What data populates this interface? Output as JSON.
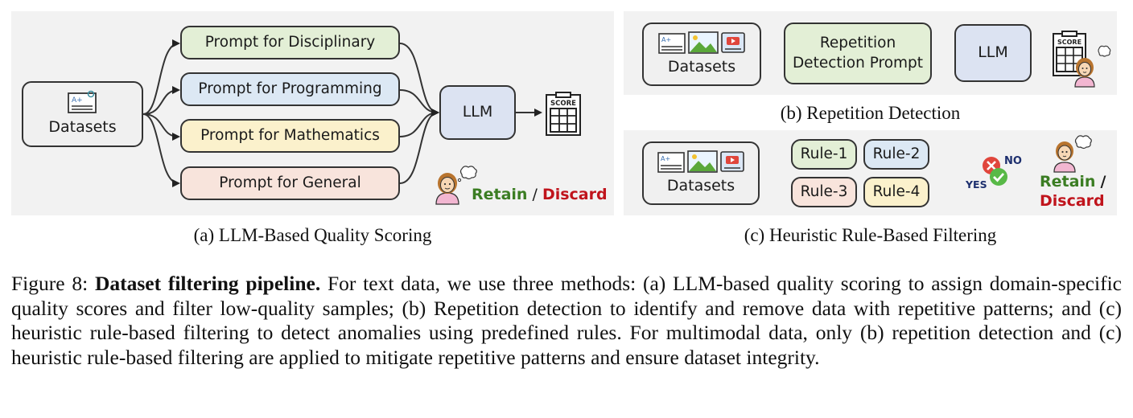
{
  "panel_a": {
    "datasets_label": "Datasets",
    "prompts": [
      "Prompt for Disciplinary",
      "Prompt for Programming",
      "Prompt for Mathematics",
      "Prompt for General"
    ],
    "llm_label": "LLM",
    "score_label": "SCORE",
    "retain": "Retain",
    "slash": " / ",
    "discard": "Discard",
    "caption": "(a) LLM-Based Quality Scoring"
  },
  "panel_b": {
    "datasets_label": "Datasets",
    "prompt_label": "Repetition Detection Prompt",
    "llm_label": "LLM",
    "score_label": "SCORE",
    "caption": "(b) Repetition Detection"
  },
  "panel_c": {
    "datasets_label": "Datasets",
    "rules": [
      "Rule-1",
      "Rule-2",
      "Rule-3",
      "Rule-4"
    ],
    "yes": "YES",
    "no": "NO",
    "retain": "Retain",
    "slash": "/",
    "discard": "Discard",
    "caption": "(c) Heuristic Rule-Based Filtering"
  },
  "figure_caption": {
    "label": "Figure 8: ",
    "title": "Dataset filtering pipeline.",
    "body": " For text data, we use three methods: (a) LLM-based quality scoring to assign domain-specific quality scores and filter low-quality samples; (b) Repetition detection to identify and remove data with repetitive patterns; and (c) heuristic rule-based filtering to detect anomalies using predefined rules. For multimodal data, only (b) repetition detection and (c) heuristic rule-based filtering are applied to mitigate repetitive patterns and ensure dataset integrity."
  },
  "colors": {
    "panel_bg": "#f2f2f2",
    "green_box": "#e3efd6",
    "blue_box": "#dce8f4",
    "yellow_box": "#fbf1cc",
    "pink_box": "#f8e4dc",
    "llm_box": "#dce3f2",
    "gray_box": "#f0f0f0",
    "retain": "#3b7d23",
    "discard": "#c0141c"
  }
}
